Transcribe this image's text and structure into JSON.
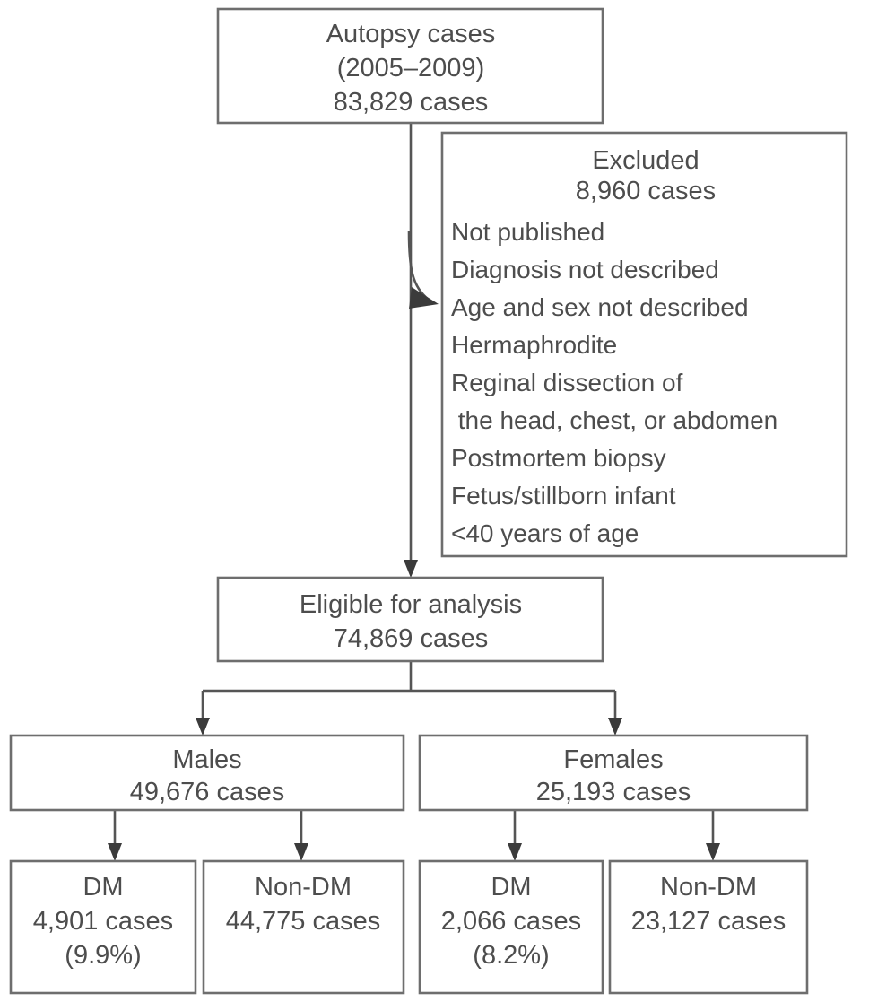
{
  "figure": {
    "type": "flowchart",
    "title": "Autopsy case selection flowchart",
    "orientation": "top-down"
  },
  "nodes": {
    "source": {
      "line1": "Autopsy cases",
      "line2": "(2005–2009)",
      "line3": "83,829 cases"
    },
    "excluded": {
      "heading": "Excluded",
      "count": "8,960 cases",
      "reasons": [
        "Not published",
        "Diagnosis not described",
        "Age and sex not described",
        "Hermaphrodite",
        "Reginal dissection of",
        " the head, chest, or abdomen",
        "Postmortem biopsy",
        "Fetus/stillborn infant",
        "<40 years of age"
      ]
    },
    "eligible": {
      "line1": "Eligible for analysis",
      "line2": "74,869 cases"
    },
    "males": {
      "label": "Males",
      "count": "49,676 cases"
    },
    "females": {
      "label": "Females",
      "count": "25,193 cases"
    },
    "males_dm": {
      "label": "DM",
      "count": "4,901 cases",
      "percent": "(9.9%)"
    },
    "males_nondm": {
      "label": "Non-DM",
      "count": "44,775 cases",
      "percent": ""
    },
    "females_dm": {
      "label": "DM",
      "count": "2,066 cases",
      "percent": "(8.2%)"
    },
    "females_nondm": {
      "label": "Non-DM",
      "count": "23,127 cases",
      "percent": ""
    }
  },
  "style": {
    "box_stroke": "#6e6e6e",
    "connector_stroke": "#555555",
    "arrow_fill": "#3b3b3b",
    "text_color": "#4d4d4d",
    "background": "#ffffff"
  }
}
